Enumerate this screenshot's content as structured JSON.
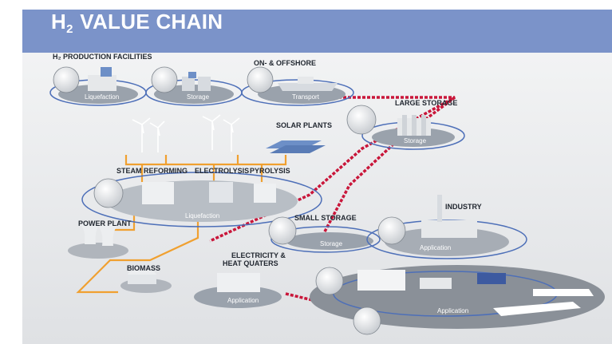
{
  "title": {
    "main": "VALUE CHAIN",
    "h2_letter": "H",
    "h2_sub": "2"
  },
  "labels": {
    "production": "H₂ PRODUCTION FACILITIES",
    "on_offshore": "ON- & OFFSHORE",
    "large_storage": "LARGE STORAGE",
    "solar_plants": "SOLAR PLANTS",
    "steam_reforming": "STEAM REFORMING",
    "electrolysis": "ELECTROLYSIS",
    "pyrolysis": "PYROLYSIS",
    "industry": "INDUSTRY",
    "power_plant": "POWER PLANT",
    "small_storage": "SMALL STORAGE",
    "electricity_line1": "ELECTRICITY &",
    "electricity_line2": "HEAT QUATERS",
    "biomass": "BIOMASS"
  },
  "platforms": {
    "liquefaction_top": "Liquefaction",
    "storage_top": "Storage",
    "transport": "Transport",
    "large_storage": "Storage",
    "liquefaction_center": "Liquefaction",
    "small_storage": "Storage",
    "industry_application": "Application",
    "heat_application": "Application",
    "mobility_application": "Application"
  },
  "colors": {
    "header": "#7b93c9",
    "pipeline_red": "#c9163a",
    "pipeline_orange": "#f0a030",
    "platform": "#9aa2ac",
    "ring": "#4d6fb8"
  }
}
